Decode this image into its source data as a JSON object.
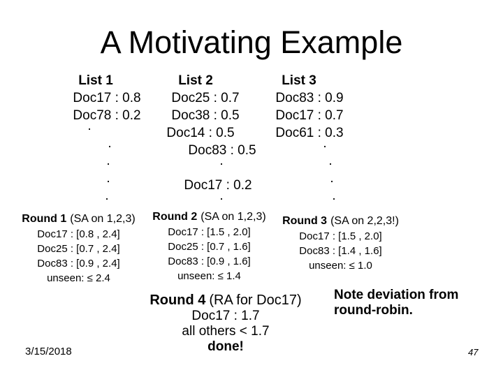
{
  "title": "A Motivating Example",
  "colors": {
    "background": "#ffffff",
    "text": "#000000"
  },
  "lists": [
    {
      "header": "List 1",
      "items": [
        "Doc17 : 0.8",
        "Doc78 : 0.2",
        ".",
        ".",
        ".",
        ".",
        "."
      ]
    },
    {
      "header": "List 2",
      "items": [
        "Doc25 : 0.7",
        "Doc38 : 0.5",
        "Doc14 : 0.5",
        "Doc83 : 0.5",
        ".",
        "Doc17 : 0.2",
        "."
      ]
    },
    {
      "header": "List 3",
      "items": [
        "Doc83 : 0.9",
        "Doc17 : 0.7",
        "Doc61 : 0.3",
        ".",
        ".",
        ".",
        "."
      ]
    }
  ],
  "rounds": [
    {
      "name": "Round 1",
      "method": "(SA on 1,2,3)",
      "lines": [
        "Doc17 : [0.8 , 2.4]",
        "Doc25 : [0.7 , 2.4]",
        "Doc83 : [0.9 , 2.4]",
        "unseen: ≤ 2.4"
      ]
    },
    {
      "name": "Round 2",
      "method": "(SA on 1,2,3)",
      "lines": [
        "Doc17 : [1.5 , 2.0]",
        "Doc25 : [0.7 , 1.6]",
        "Doc83 : [0.9 , 1.6]",
        "unseen: ≤ 1.4"
      ]
    },
    {
      "name": "Round 3",
      "method": "(SA on 2,2,3!)",
      "lines": [
        "Doc17 : [1.5 , 2.0]",
        "Doc83 : [1.4 , 1.6]",
        "unseen: ≤ 1.0"
      ]
    },
    {
      "name": "Round 4",
      "method": "(RA for Doc17)",
      "lines": [
        "Doc17 : 1.7",
        "all others < 1.7"
      ],
      "done": "done!"
    }
  ],
  "note": "Note deviation from round-robin.",
  "footer": {
    "date": "3/15/2018",
    "page": "47"
  }
}
